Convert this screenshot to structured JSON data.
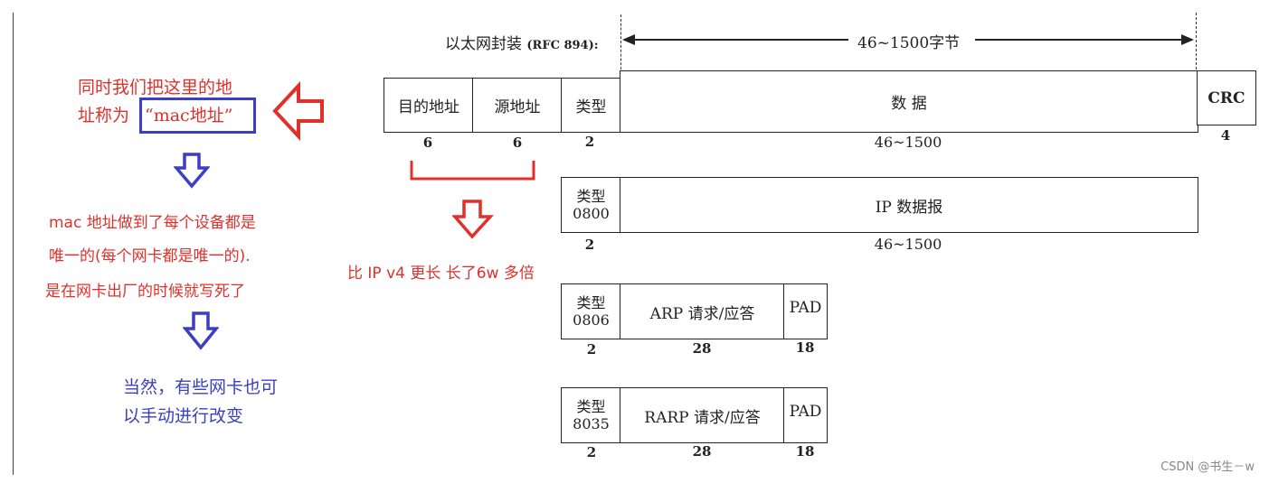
{
  "encapsulation": {
    "label": "以太网封装",
    "rfc": "(RFC 894):",
    "span": "46~1500字节"
  },
  "frame": {
    "fields": [
      {
        "label": "目的地址",
        "size": "6"
      },
      {
        "label": "源地址",
        "size": "6"
      },
      {
        "label": "类型",
        "size": "2"
      },
      {
        "label": "数 据",
        "size": "46~1500"
      },
      {
        "label": "CRC",
        "size": "4"
      }
    ]
  },
  "ip_row": {
    "type_top": "类型",
    "type_code": "0800",
    "type_size": "2",
    "payload": "IP 数据报",
    "payload_size": "46~1500"
  },
  "arp_row": {
    "type_top": "类型",
    "type_code": "0806",
    "type_size": "2",
    "payload": "ARP 请求/应答",
    "payload_size": "28",
    "pad": "PAD",
    "pad_size": "18"
  },
  "rarp_row": {
    "type_top": "类型",
    "type_code": "8035",
    "type_size": "2",
    "payload": "RARP 请求/应答",
    "payload_size": "28",
    "pad": "PAD",
    "pad_size": "18"
  },
  "annotations": {
    "red_note_line1": "同时我们把这里的地",
    "red_note_line2": "址称为",
    "mac_box": "“mac地址”",
    "mac_line1": "mac 地址做到了每个设备都是",
    "mac_line2": "唯一的(每个网卡都是唯一的).",
    "mac_line3": "是在网卡出厂的时候就写死了",
    "ipv4_note": "比 IP v4 更长 长了6w 多倍",
    "blue_line1": "当然，有些网卡也可",
    "blue_line2": "以手动进行改变"
  },
  "colors": {
    "red": "#e0302a",
    "blue": "#3b3fc2",
    "ink": "#222222"
  },
  "watermark": "CSDN @书生－w"
}
